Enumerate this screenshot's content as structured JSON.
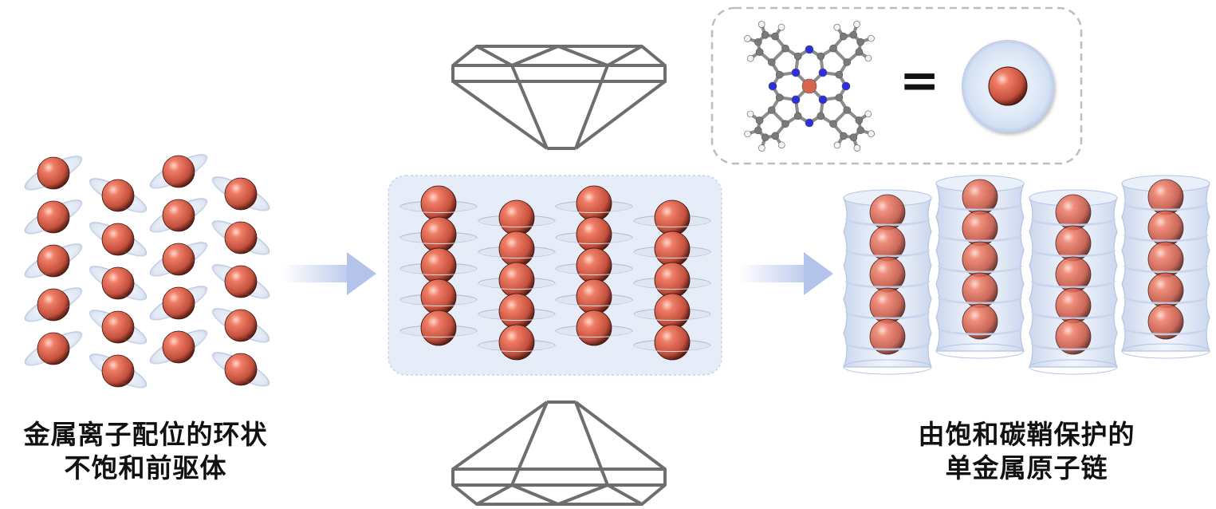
{
  "captions": {
    "left_line1": "金属离子配位的环状",
    "left_line2": "不饱和前驱体",
    "right_line1": "由饱和碳鞘保护的",
    "right_line2": "单金属原子链"
  },
  "legend": {
    "equals_sign": "="
  },
  "colors": {
    "metal_atom": "#d8634f",
    "ring_disc": "#dfe6f2",
    "arrow": "#b3c3ea",
    "highlight_box": "#e6ecf8",
    "carbon_sheath": "#c9d6ee",
    "anvil_stroke": "#6e6e6e",
    "nitrogen": "#2b2fe0",
    "carbon": "#7a7a7a",
    "hydrogen": "#f2f2f2"
  },
  "icons": {
    "anvil_top": "diamond-anvil-icon",
    "anvil_bottom": "diamond-anvil-icon",
    "molecule": "metal-phthalocyanine-icon",
    "symbol": "metal-atom-in-ring-icon"
  }
}
